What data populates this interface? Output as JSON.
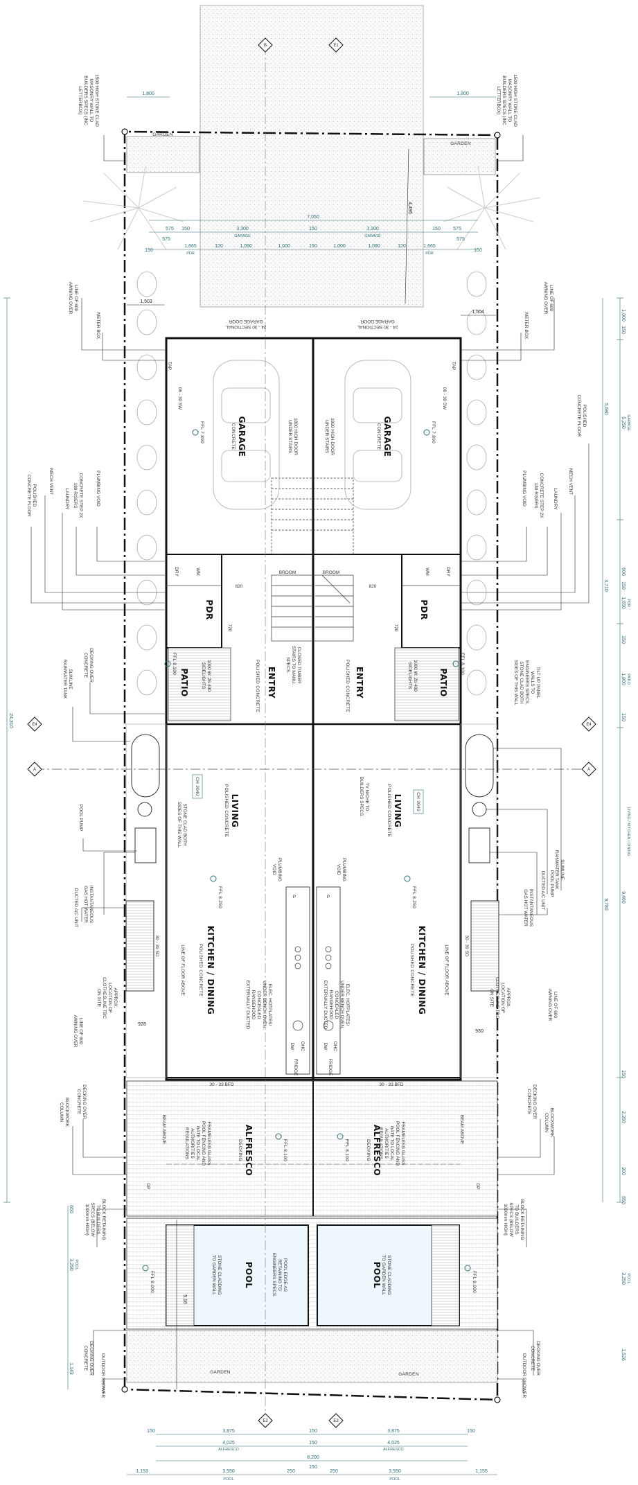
{
  "grid_markers": {
    "b": "B",
    "e1": "E1",
    "e2": "E2",
    "e3": "E3",
    "e4": "E4",
    "a": "A"
  },
  "rooms": {
    "garage": {
      "name": "GARAGE",
      "sub": "CONCRETE"
    },
    "entry": {
      "name": "ENTRY",
      "sub": "POLISHED CONCRETE"
    },
    "pdr": {
      "name": "PDR"
    },
    "patio": {
      "name": "PATIO"
    },
    "living": {
      "name": "LIVING",
      "sub": "POLISHED CONCRETE"
    },
    "kitchen": {
      "name": "KITCHEN / DINING",
      "sub": "POLISHED CONCRETE"
    },
    "alfresco": {
      "name": "ALFRESCO",
      "sub": "DECKING"
    },
    "pool": {
      "name": "POOL"
    },
    "garden": {
      "name": "GARDEN"
    }
  },
  "levels": {
    "garage": "FFL 7.890",
    "patio": "FFL 8.100",
    "kitchen": "FFL 8.250",
    "alfresco": "FFL 8.100",
    "pool": "FFL 8.000"
  },
  "ceiling": {
    "living": "CH 3040"
  },
  "fixtures": {
    "dry": "DRY",
    "wm": "WM",
    "broom": "BROOM",
    "dw": "DW",
    "ohc": "OHC",
    "fridge": "FRIDGE",
    "p": "P",
    "door_820": "820",
    "door_720": "720",
    "sliding_door_1": "1000 W: 26 400",
    "sliding_door_2": "SIDELIGHTS",
    "window_bfd": "30 - 33 BFD",
    "beam": "BEAM ABOVE",
    "dp": "DP",
    "sw": "06 - 30 SW",
    "sd": "30 - 39 SD",
    "tap": "TAP",
    "garage_door": [
      "24 - 30 SECTIONAL",
      "GARAGE DOOR"
    ]
  },
  "notes_left": {
    "stone_wall": [
      "1500 HIGH STONE CLAD",
      "MASONRY WALL TO",
      "BUILDERS SPECS (INC",
      "LETTERBOX)"
    ],
    "awning_1": [
      "LINE OF 600",
      "AWNING OVER"
    ],
    "meter": "METER BOX",
    "plumbing_void": "PLUMBING VOID",
    "step": [
      "CONCRETE STEP 2X",
      "180 RISERS"
    ],
    "laundry": "LAUNDRY",
    "mech_vent": "MECH VENT",
    "floor": [
      "POLISHED",
      "CONCRETE FLOOR"
    ],
    "decking": [
      "DECKING OVER",
      "CONCRETE"
    ],
    "rainwater": [
      "SLIMLINE",
      "RAINWATER TANK"
    ],
    "pool_pump": "POOL PUMP",
    "hot_water": [
      "INSTANTANEOUS",
      "GAS HOT WATER"
    ],
    "ac_unit": "DUCTED A/C UNIT",
    "clothesline": [
      "APPROX.",
      "LOCATION OF",
      "CLOTHESLINE TBC",
      "ON SITE"
    ],
    "awning_2": [
      "LINE OF 600",
      "AWNING OVER"
    ],
    "decking_2": [
      "DECKING OVER",
      "CONCRETE"
    ],
    "blockwork": [
      "BLOCKWORK",
      "COLUMN"
    ],
    "retaining": [
      "BLOCK RETAINING",
      "TO BUILDERS",
      "SPECS (BELOW",
      "1000mm HIGH)"
    ],
    "decking_3": [
      "DECKING OVER",
      "CONCRETE"
    ],
    "shower": "OUTDOOR SHOWER"
  },
  "notes_right": {
    "tilt_panel": [
      "TILT UP PANEL",
      "WALLS TO",
      "ENGINEERS SPECS.",
      "STONE CLAD BOTH",
      "SIDES OF THIS WALL"
    ]
  },
  "notes_center": {
    "door_stairs": [
      "1800 HIGH DOOR",
      "UNDER STAIRS"
    ],
    "stairs": [
      "CLOSED TIMBER",
      "STAIRS TO MANU.",
      "SPECS."
    ],
    "stone_wall": [
      "STONE CLAD BOTH",
      "SIDES OF THIS WALL"
    ],
    "tv_niche": [
      "TV NICHE TO",
      "BUILDERS SPECS."
    ],
    "plumbing": [
      "PLUMBING",
      "VOID"
    ],
    "hotplates": [
      "ELEC. HOTPLATES/",
      "UNDER BENCH OVEN.",
      "CONCEALED",
      "RANGEHOOD",
      "EXTERNALLY DUCTED"
    ],
    "floor_above": "LINE OF FLOOR ABOVE",
    "fence": [
      "FRAMELESS GLASS",
      "POOL FENCING AND",
      "GATE TO LOCAL",
      "AUTHORITIES",
      "REGULATIONS"
    ],
    "pool_edge": [
      "POOL EDGE AS",
      "RETAINING TO",
      "ENGINEERS SPECS."
    ],
    "cladding": [
      "STONE CLADDING",
      "TO GARDEN WALL"
    ]
  },
  "dims_top": {
    "setback": "1,800",
    "total": "7,050",
    "sub1": [
      "575",
      "150",
      "3,300",
      "150",
      "3,300",
      "150",
      "575"
    ],
    "garage": "GARAGE",
    "sub2": [
      "1,665",
      "120",
      "1,090",
      "1,000",
      "150",
      "1,000",
      "1,090",
      "120",
      "1,665"
    ],
    "pdr": "PDR",
    "sub3": [
      "575",
      "150",
      "150",
      "575"
    ],
    "diag": "4,495",
    "left_503": "1,503",
    "right_504": "1,504"
  },
  "dims_right": {
    "items": [
      "1,000",
      "150",
      "5,680",
      "5,250",
      "600",
      "3,710",
      "150",
      "1,650",
      "150",
      "1,800",
      "150",
      "9,460",
      "9,780",
      "150",
      "2,350",
      "300",
      "650",
      "3,250",
      "1,526"
    ],
    "garage": "GARAGE",
    "pdr": "PDR",
    "patio": "PATIO",
    "living": "LIVING / KITCHEN / DINING",
    "pool": "POOL",
    "alfresco_930": "930"
  },
  "dims_left": {
    "total": "24,310",
    "items": [
      "650",
      "3,250",
      "1,143"
    ],
    "pool": "POOL",
    "dim_928": "928",
    "dim_516": "5.16"
  },
  "dims_bottom": {
    "row1": [
      "150",
      "3,875",
      "150",
      "3,875",
      "150"
    ],
    "row2": [
      "4,025",
      "150",
      "4,025"
    ],
    "alfresco": "ALFRESCO",
    "total": "8,200",
    "center": "150",
    "row4": [
      "1,153",
      "3,550",
      "250",
      "250",
      "3,550",
      "1,155"
    ],
    "pool": "POOL"
  }
}
